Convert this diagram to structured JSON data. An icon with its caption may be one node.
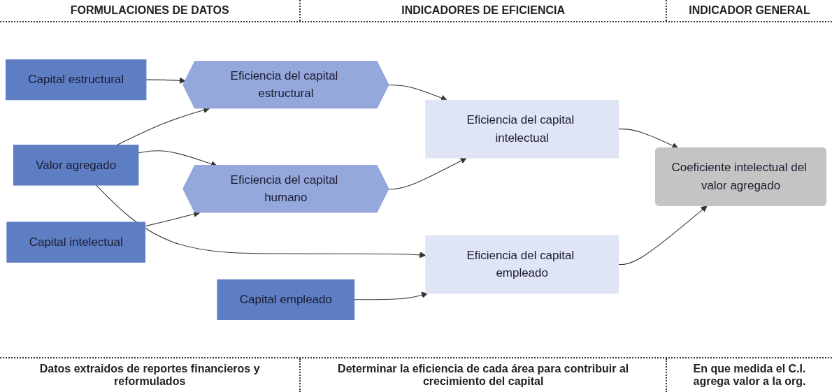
{
  "diagram": {
    "nodes": [
      {
        "text": [
          "Capital estructural"
        ]
      },
      {
        "text": [
          "Valor agregado"
        ]
      },
      {
        "text": [
          "Capital intelectual"
        ]
      },
      {
        "text": [
          "Capital empleado"
        ]
      },
      {
        "text": [
          "Eficiencia del capital estructural"
        ]
      },
      {
        "text": [
          "Eficiencia del capital humano"
        ]
      },
      {
        "text": [
          "Eficiencia del capital intelectual"
        ]
      },
      {
        "text": [
          "Eficiencia del capital empleado"
        ]
      },
      {
        "text": [
          "Coeficiente intelectual del valor agregado"
        ]
      }
    ],
    "edges": [
      {
        "from": 0,
        "to": 4,
        "arrow": "to"
      },
      {
        "from": 1,
        "to": 4,
        "arrow": "to"
      },
      {
        "from": 1,
        "to": 5,
        "arrow": "to"
      },
      {
        "from": 2,
        "to": 5,
        "arrow": "to"
      },
      {
        "from": 1,
        "to": 7,
        "arrow": "to"
      },
      {
        "from": 3,
        "to": 7,
        "arrow": "to"
      },
      {
        "from": 4,
        "to": 6,
        "arrow": "to"
      },
      {
        "from": 5,
        "to": 6,
        "arrow": "to"
      },
      {
        "from": 6,
        "to": 8,
        "arrow": "to"
      },
      {
        "from": 7,
        "to": 8,
        "arrow": "to"
      }
    ],
    "labels": [
      "FORMULACIONES DE DATOS",
      "INDICADORES DE EFICIENCIA",
      "INDICADOR GENERAL",
      "Datos extraidos de reportes financieros y reformulados",
      "Determinar la eficiencia de cada área para contribuir al crecimiento del capital",
      "En que medida el C.I. agrega valor a la org."
    ]
  }
}
